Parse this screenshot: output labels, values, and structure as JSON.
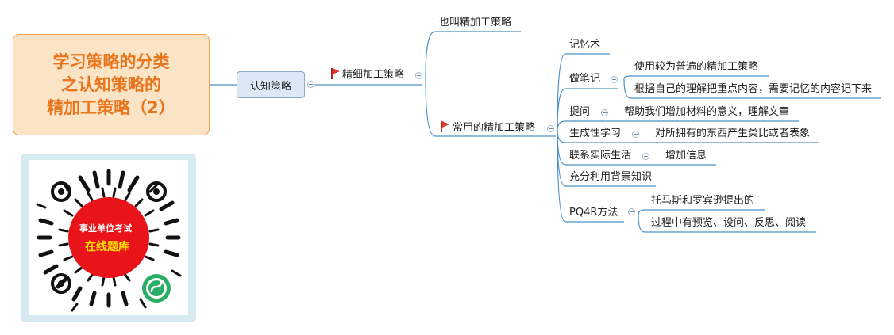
{
  "title": {
    "line1": "学习策略的分类",
    "line2": "之认知策略的",
    "line3": "精加工策略（2）"
  },
  "central": "认知策略",
  "branch": {
    "label": "精细加工策略",
    "alias": "也叫精加工策略",
    "common": {
      "label": "常用的精加工策略",
      "items": [
        {
          "label": "记忆术",
          "details": []
        },
        {
          "label": "做笔记",
          "details": [
            "使用较为普遍的精加工策略",
            "根据自己的理解把重点内容，需要记忆的内容记下来"
          ]
        },
        {
          "label": "提问",
          "details": [
            "帮助我们增加材料的意义，理解文章"
          ]
        },
        {
          "label": "生成性学习",
          "details": [
            "对所拥有的东西产生类比或者表象"
          ]
        },
        {
          "label": "联系实际生活",
          "details": [
            "增加信息"
          ]
        },
        {
          "label": "充分利用背景知识",
          "details": []
        },
        {
          "label": "PQ4R方法",
          "details": [
            "托马斯和罗宾逊提出的",
            "过程中有预览、设问、反思、阅读"
          ]
        }
      ]
    }
  },
  "qr": {
    "line1": "事业单位考试",
    "line2": "在线题库"
  },
  "colors": {
    "title_text": "#e8741c",
    "title_bg": "#fbe4c6",
    "line": "#4a90c8",
    "central_bg": "#dce8f5",
    "qr_red": "#e8141a",
    "qr_yellow": "#ffe100",
    "wechat_green": "#2aae67"
  }
}
